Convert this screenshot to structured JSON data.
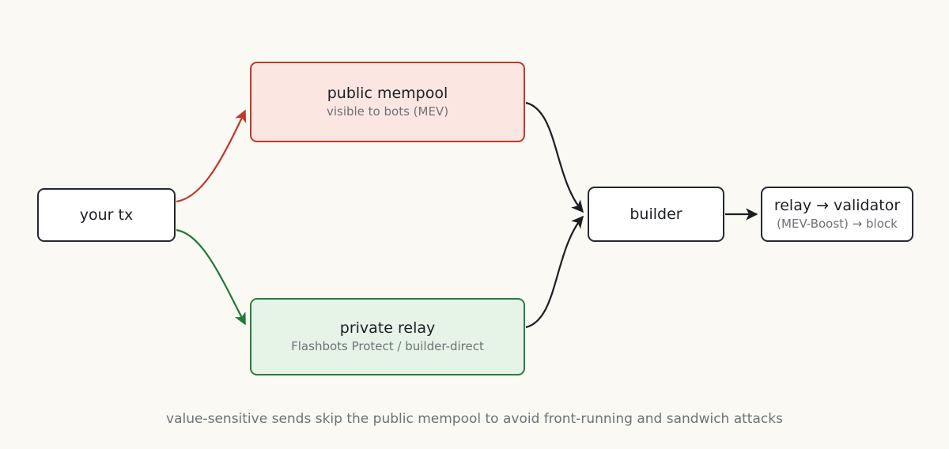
{
  "diagram": {
    "background_color": "#faf9f4",
    "nodes": [
      {
        "id": "your-tx",
        "title": "your tx",
        "subtitle": "",
        "border_color": "#24292e",
        "fill_color": "#ffffff"
      },
      {
        "id": "public-mempool",
        "title": "public mempool",
        "subtitle": "visible to bots (MEV)",
        "border_color": "#c0392b",
        "fill_color": "#fbe6e1"
      },
      {
        "id": "private-relay",
        "title": "private relay",
        "subtitle": "Flashbots Protect / builder-direct",
        "border_color": "#27803f",
        "fill_color": "#e6f3e7"
      },
      {
        "id": "builder",
        "title": "builder",
        "subtitle": "",
        "border_color": "#24292e",
        "fill_color": "#ffffff"
      },
      {
        "id": "relay-validator",
        "title": "relay → validator",
        "subtitle": "(MEV-Boost) → block",
        "border_color": "#24292e",
        "fill_color": "#ffffff"
      }
    ],
    "edges": [
      {
        "id": "tx-to-public-mempool",
        "from": "your-tx",
        "to": "public-mempool",
        "color": "#c0392b",
        "style": "curved"
      },
      {
        "id": "tx-to-private-relay",
        "from": "your-tx",
        "to": "private-relay",
        "color": "#1e7a37",
        "style": "curved"
      },
      {
        "id": "public-to-builder",
        "from": "public-mempool",
        "to": "builder",
        "color": "#1b1f23",
        "style": "curved"
      },
      {
        "id": "private-to-builder",
        "from": "private-relay",
        "to": "builder",
        "color": "#1b1f23",
        "style": "curved"
      },
      {
        "id": "builder-to-relay",
        "from": "builder",
        "to": "relay-validator",
        "color": "#1b1f23",
        "style": "straight"
      }
    ],
    "caption": "value-sensitive sends skip the public mempool to avoid front-running and sandwich attacks"
  }
}
